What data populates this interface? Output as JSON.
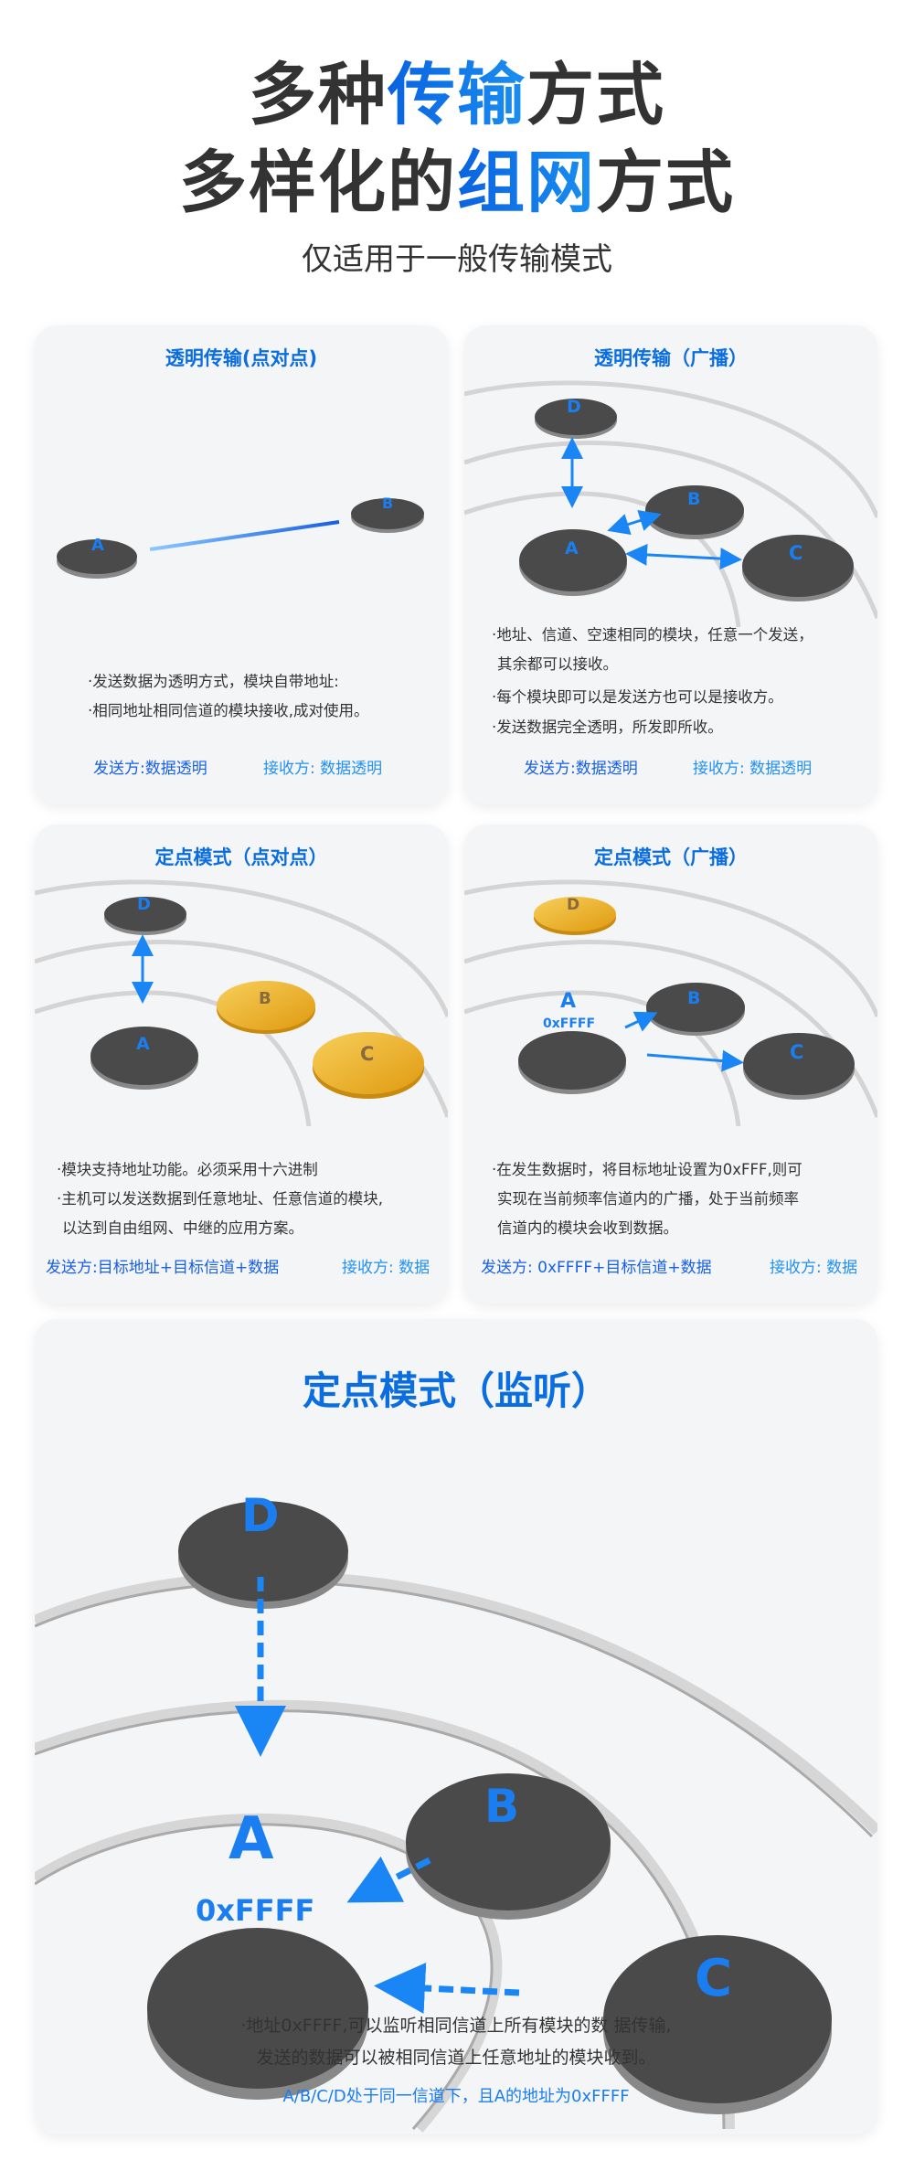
{
  "header": {
    "line1_pre": "多种",
    "line1_hl": "传输",
    "line1_post": "方式",
    "line2_pre": "多样化的",
    "line2_hl": "组网",
    "line2_post": "方式",
    "subtitle": "仅适用于一般传输模式"
  },
  "colors": {
    "accent": "#0a6ee0",
    "text": "#333333",
    "card_bg": "#f4f5f7",
    "disc": "#4a4a4a",
    "disc_highlight": "#eba922"
  },
  "node_labels": {
    "a": "A",
    "b": "B",
    "c": "C",
    "d": "D",
    "addr": "0xFFFF"
  },
  "cards": [
    {
      "title": "透明传输(点对点)",
      "bullets": [
        "·发送数据为透明方式，模块自带地址:",
        "·相同地址相同信道的模块接收,成对使用。"
      ],
      "sender": "发送方:数据透明",
      "receiver": "接收方: 数据透明"
    },
    {
      "title": "透明传输（广播）",
      "bullets": [
        "·地址、信道、空速相同的模块，任意一个发送，",
        "其余都可以接收。",
        "·每个模块即可以是发送方也可以是接收方。",
        "·发送数据完全透明，所发即所收。"
      ],
      "sender": "发送方:数据透明",
      "receiver": "接收方: 数据透明"
    },
    {
      "title": "定点模式（点对点）",
      "bullets": [
        "·模块支持地址功能。必须采用十六进制",
        "·主机可以发送数据到任意地址、任意信道的模块,",
        "以达到自由组网、中继的应用方案。"
      ],
      "sender": "发送方:目标地址+目标信道+数据",
      "receiver": "接收方: 数据"
    },
    {
      "title": "定点模式（广播）",
      "bullets": [
        "·在发生数据时，将目标地址设置为0xFFF,则可",
        "实现在当前频率信道内的广播，处于当前频率",
        "信道内的模块会收到数据。"
      ],
      "sender": "发送方: 0xFFFF+目标信道+数据",
      "receiver": "接收方: 数据"
    }
  ],
  "monitor": {
    "title": "定点模式（监听）",
    "bullets": [
      "·地址0xFFFF,可以监听相同信道上所有模块的数  据传输,",
      "发送的数据可以被相同信道上任意地址的模块收到。"
    ],
    "note": "A/B/C/D处于同一信道下，且A的地址为0xFFFF"
  }
}
